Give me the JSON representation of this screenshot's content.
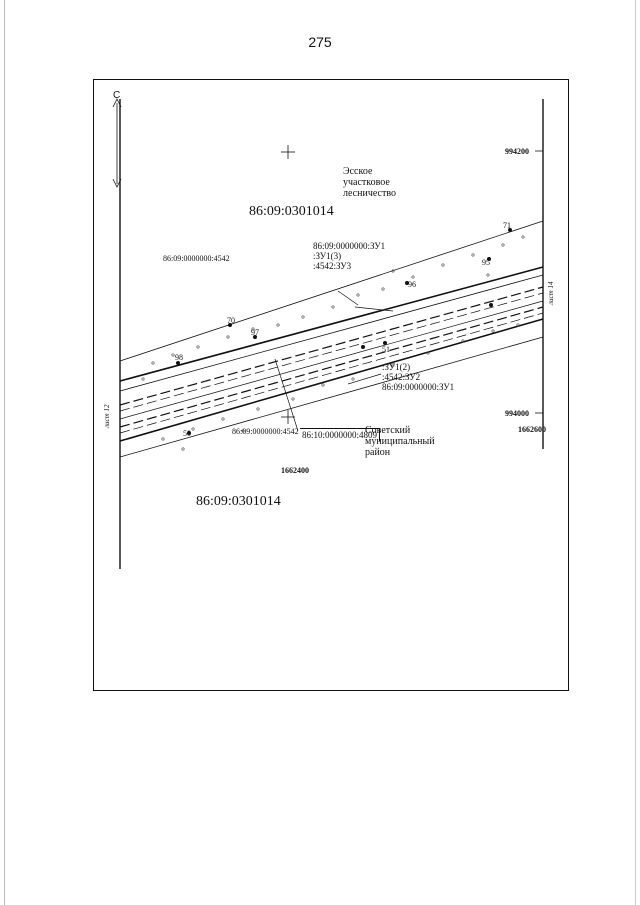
{
  "page_number": "275",
  "north_label": "С",
  "cadastral_block_top": "86:09:0301014",
  "cadastral_block_bottom": "86:09:0301014",
  "place_top": [
    "Эсское",
    "участковое",
    "лесничество"
  ],
  "place_bottom": [
    "Советский",
    "муниципальный",
    "район"
  ],
  "parcel_left_top": "86:09:0000000:4542",
  "parcel_left_bottom": "86:09:0000000:4542",
  "parcel_upper_group": [
    "86:09:0000000:ЗУ1",
    ":ЗУ1(3)",
    ":4542:ЗУ3"
  ],
  "parcel_lower_group": [
    ":ЗУ1(2)",
    ":4542:ЗУ2",
    "86:09:0000000:ЗУ1"
  ],
  "parcel_center": "86:10:0000000:4809",
  "coord_994200": "994200",
  "coord_994000": "994000",
  "coord_1662600": "1662600",
  "coord_1662400": "1662400",
  "sheet_left": "лист 12",
  "sheet_right": "лист 14",
  "points": {
    "p71": "71",
    "p70": "70",
    "p97": "97",
    "p96": "96",
    "p95": "95",
    "p98": "98",
    "p51": "51",
    "p50": "50"
  }
}
